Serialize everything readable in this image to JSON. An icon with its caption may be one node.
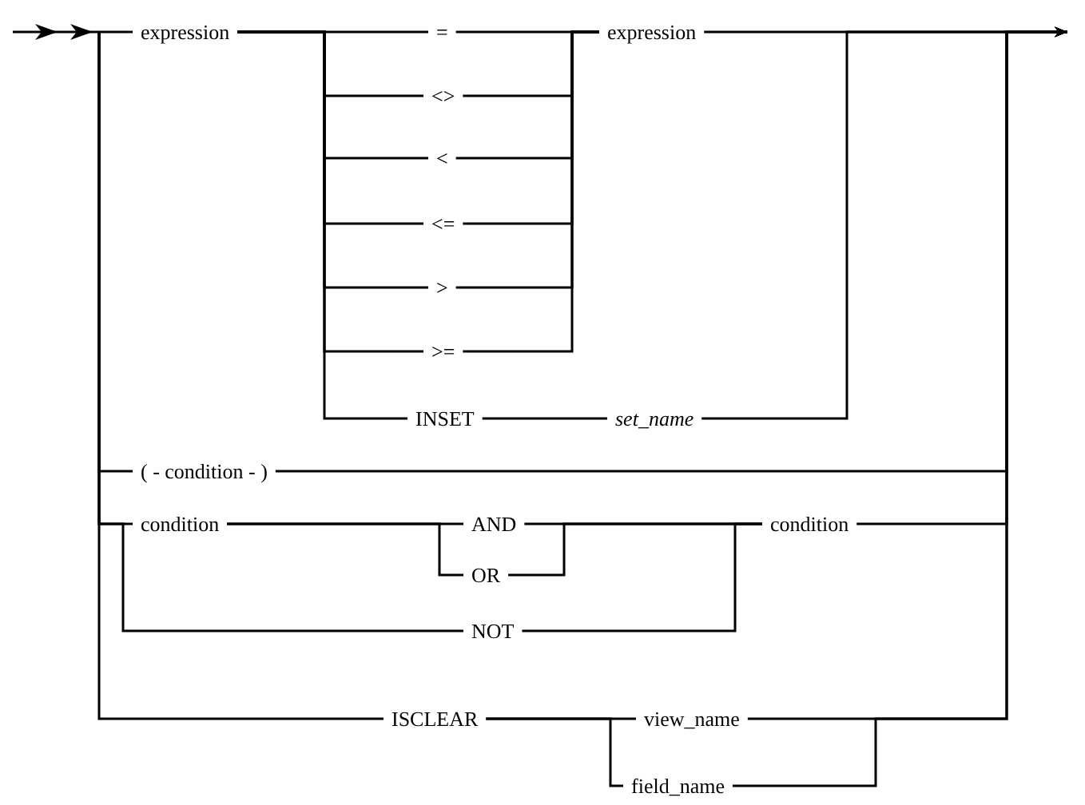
{
  "diagram": {
    "nodes": [
      {
        "text": [],
        "shape": "arrow"
      },
      {
        "text": [
          "expression"
        ]
      },
      {
        "text": [
          "="
        ]
      },
      {
        "text": [
          "expression"
        ]
      },
      {
        "text": [
          "<>"
        ]
      },
      {
        "text": [
          "<"
        ]
      },
      {
        "text": [
          "<="
        ]
      },
      {
        "text": [
          ">"
        ]
      },
      {
        "text": [
          ">="
        ]
      },
      {
        "text": [
          "INSET"
        ]
      },
      {
        "text": [
          "set_name"
        ]
      },
      {
        "text": [
          "( - condition - )"
        ]
      },
      {
        "text": [
          "condition"
        ]
      },
      {
        "text": [
          "AND"
        ]
      },
      {
        "text": [
          "OR"
        ]
      },
      {
        "text": [
          "NOT"
        ]
      },
      {
        "text": [
          "condition"
        ]
      },
      {
        "text": [
          "ISCLEAR"
        ]
      },
      {
        "text": [
          "view_name"
        ]
      },
      {
        "text": [
          "field_name"
        ]
      }
    ],
    "edges": [
      {
        "from": 0,
        "to": 1,
        "arrow": "none"
      },
      {
        "from": 1,
        "to": 2,
        "arrow": "none"
      },
      {
        "from": 1,
        "to": 4,
        "arrow": "none"
      },
      {
        "from": 1,
        "to": 5,
        "arrow": "none"
      },
      {
        "from": 1,
        "to": 6,
        "arrow": "none"
      },
      {
        "from": 1,
        "to": 7,
        "arrow": "none"
      },
      {
        "from": 1,
        "to": 8,
        "arrow": "none"
      },
      {
        "from": 1,
        "to": 9,
        "arrow": "none"
      },
      {
        "from": 2,
        "to": 3,
        "arrow": "none"
      },
      {
        "from": 4,
        "to": 3,
        "arrow": "none"
      },
      {
        "from": 5,
        "to": 3,
        "arrow": "none"
      },
      {
        "from": 6,
        "to": 3,
        "arrow": "none"
      },
      {
        "from": 7,
        "to": 3,
        "arrow": "none"
      },
      {
        "from": 8,
        "to": 3,
        "arrow": "none"
      },
      {
        "from": 9,
        "to": 10,
        "arrow": "none"
      },
      {
        "from": 3,
        "to": null,
        "arrow": "to"
      },
      {
        "from": 10,
        "to": null,
        "arrow": "to"
      },
      {
        "from": 0,
        "to": 11,
        "arrow": "none"
      },
      {
        "from": 11,
        "to": null,
        "arrow": "to"
      },
      {
        "from": 0,
        "to": 12,
        "arrow": "none"
      },
      {
        "from": 0,
        "to": 15,
        "arrow": "none"
      },
      {
        "from": 12,
        "to": 13,
        "arrow": "none"
      },
      {
        "from": 12,
        "to": 14,
        "arrow": "none"
      },
      {
        "from": 13,
        "to": 16,
        "arrow": "none"
      },
      {
        "from": 14,
        "to": 16,
        "arrow": "none"
      },
      {
        "from": 15,
        "to": 16,
        "arrow": "none"
      },
      {
        "from": 16,
        "to": null,
        "arrow": "to"
      },
      {
        "from": 0,
        "to": 17,
        "arrow": "none"
      },
      {
        "from": 17,
        "to": 18,
        "arrow": "none"
      },
      {
        "from": 17,
        "to": 19,
        "arrow": "none"
      },
      {
        "from": 18,
        "to": null,
        "arrow": "to"
      },
      {
        "from": 19,
        "to": null,
        "arrow": "to"
      }
    ]
  }
}
